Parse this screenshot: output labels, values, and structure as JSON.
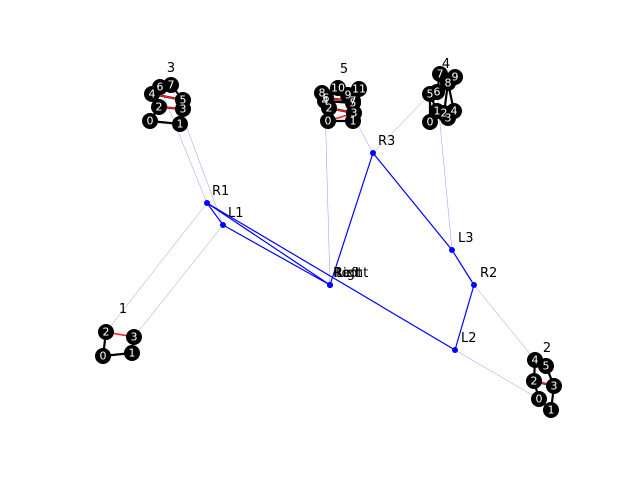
{
  "colors": {
    "tree_edge": "#0000ff",
    "thin_edge": "#6666ff",
    "tree_node": "#0000ff",
    "cluster_node": "#000000",
    "cluster_edge_red": "#ff2020",
    "node_text": "#ffffff"
  },
  "tree": {
    "nodes": [
      {
        "id": "Root",
        "label": "Root"
      },
      {
        "id": "Right",
        "label": "Right"
      },
      {
        "id": "Left",
        "label": "Left"
      },
      {
        "id": "R1",
        "label": "R1"
      },
      {
        "id": "L1",
        "label": "L1"
      },
      {
        "id": "R2",
        "label": "R2"
      },
      {
        "id": "L2",
        "label": "L2"
      },
      {
        "id": "R3",
        "label": "R3"
      },
      {
        "id": "L3",
        "label": "L3"
      }
    ]
  },
  "clusters": [
    {
      "id": "1",
      "label": "1",
      "nodes": [
        "0",
        "1",
        "2",
        "3"
      ]
    },
    {
      "id": "2",
      "label": "2",
      "nodes": [
        "0",
        "1",
        "2",
        "3",
        "4",
        "5"
      ]
    },
    {
      "id": "3",
      "label": "3",
      "nodes": [
        "0",
        "1",
        "2",
        "3",
        "4",
        "5",
        "6",
        "7"
      ]
    },
    {
      "id": "4",
      "label": "4",
      "nodes": [
        "0",
        "1",
        "2",
        "3",
        "4",
        "5",
        "6",
        "7",
        "8",
        "9"
      ]
    },
    {
      "id": "5",
      "label": "5",
      "nodes": [
        "0",
        "1",
        "2",
        "3",
        "4",
        "5",
        "6",
        "7",
        "8",
        "9",
        "10",
        "11"
      ]
    }
  ]
}
